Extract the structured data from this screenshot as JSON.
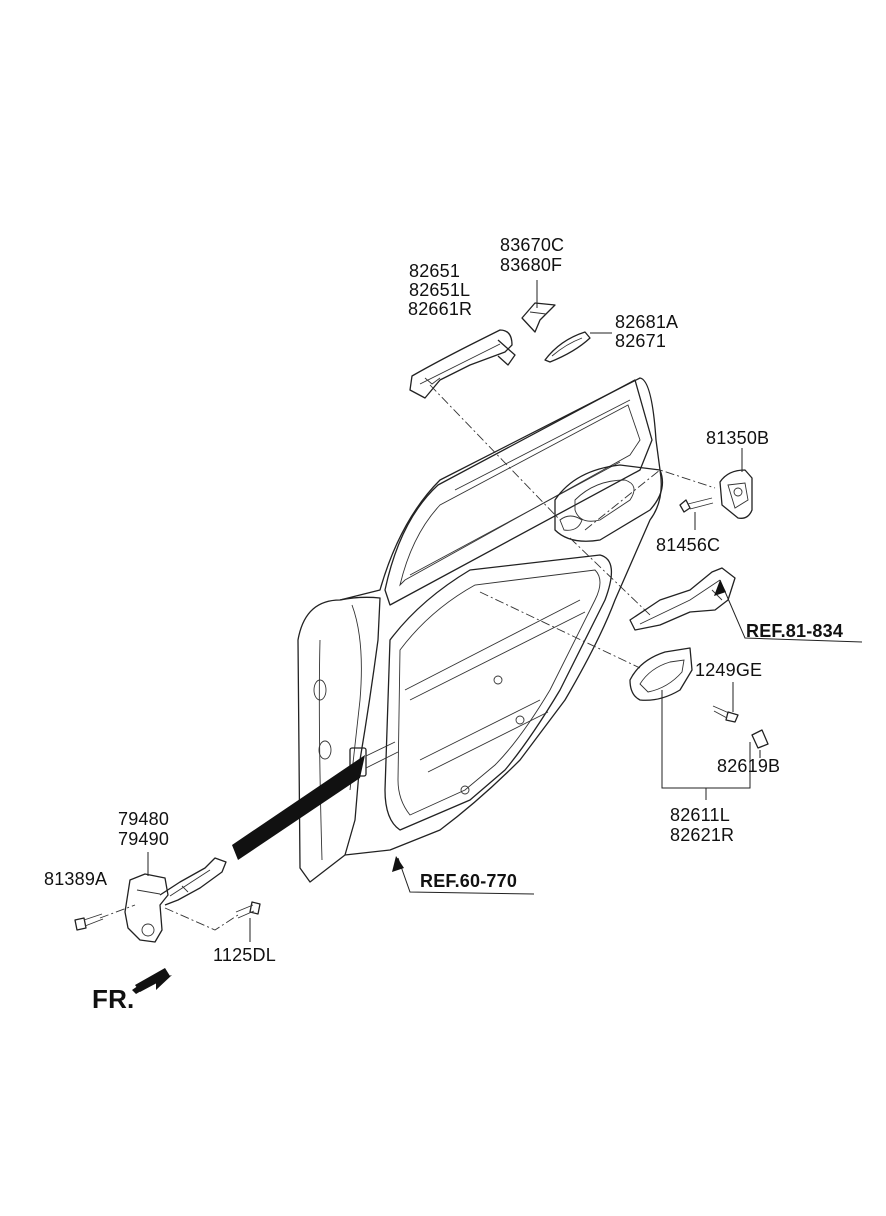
{
  "labels": {
    "handle_outer": [
      "82651",
      "82651L",
      "82661R"
    ],
    "cap": [
      "83670C",
      "83680F"
    ],
    "pad": [
      "82681A",
      "82671"
    ],
    "latch_bracket": "81350B",
    "screw_latch": "81456C",
    "ref_81": "REF.81-834",
    "bolt_inner": "1249GE",
    "cover_small": "82619B",
    "handle_inner": [
      "82611L",
      "82621R"
    ],
    "checker": [
      "79480",
      "79490"
    ],
    "bolt_checker": "81389A",
    "bolt_checker2": "1125DL",
    "ref_60": "REF.60-770",
    "front": "FR."
  },
  "icons": {
    "front_arrow": "arrow-left-down-icon",
    "ref_arrow": "arrow-up-icon"
  },
  "colors": {
    "line": "#222222",
    "text": "#111111",
    "background": "#ffffff"
  }
}
